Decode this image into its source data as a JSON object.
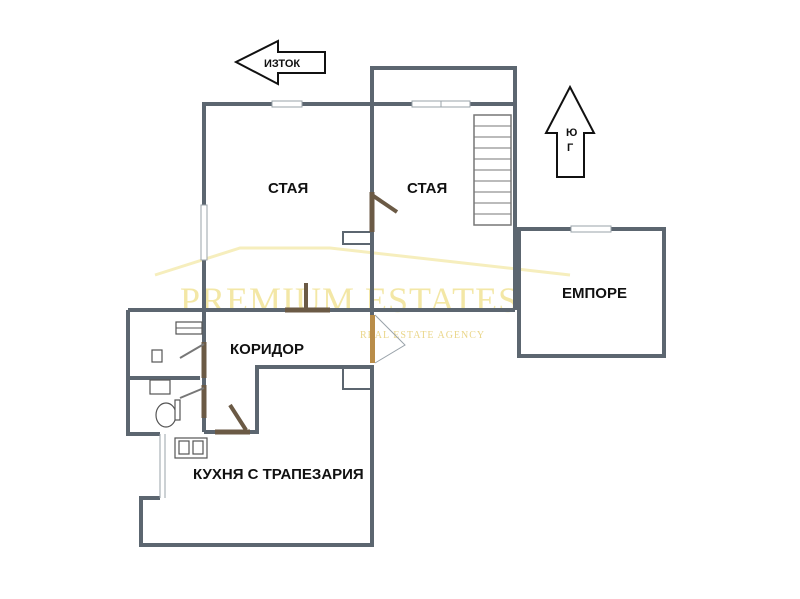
{
  "rooms": {
    "room_left": "СТАЯ",
    "room_right": "СТАЯ",
    "corridor": "КОРИДОР",
    "kitchen": "КУХНЯ С ТРАПЕЗАРИЯ",
    "balcony": "ЕМПОРЕ"
  },
  "compass": {
    "east_label": "ИЗТОК",
    "south_label_1": "Ю",
    "south_label_2": "Г"
  },
  "watermark": {
    "brand": "PREMIUM ESTATES",
    "tagline": "REAL ESTATE AGENCY"
  },
  "colors": {
    "wall": "#5c6670",
    "door": "#6b5a45",
    "watermark": "#f3e7a6",
    "background": "#ffffff"
  }
}
